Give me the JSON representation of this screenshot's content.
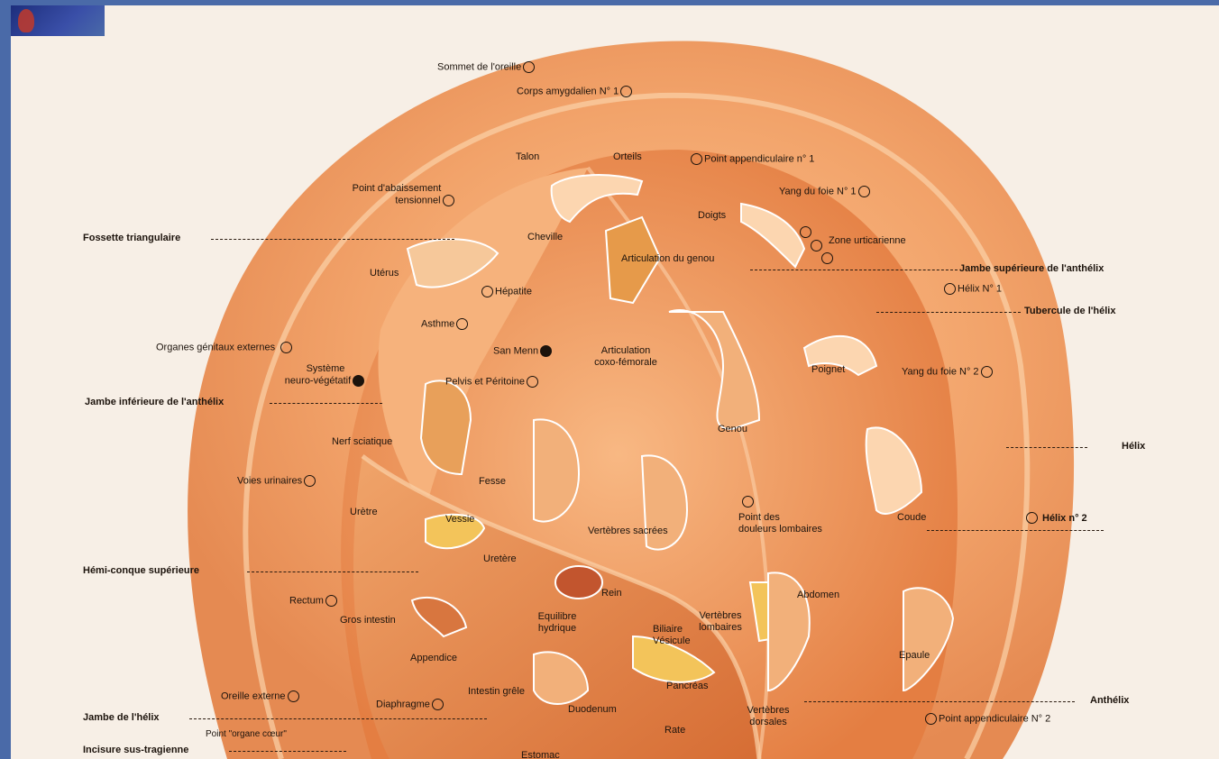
{
  "side_labels": {
    "fossette_triangulaire": "Fossette triangulaire",
    "jambe_inferieure_anthelix": "Jambe inférieure de l'anthélix",
    "hemi_conque_superieure": "Hémi-conque supérieure",
    "jambe_helix": "Jambe de l'hélix",
    "incisure_sus_tragienne": "Incisure sus-tragienne",
    "jambe_superieure_anthelix": "Jambe supérieure de l'anthélix",
    "tubercule_helix": "Tubercule de l'hélix",
    "helix": "Hélix",
    "helix_n2": "Hélix n° 2",
    "anthelix": "Anthélix"
  },
  "points": {
    "sommet_oreille": "Sommet de l'oreille",
    "corps_amygdalien": "Corps amygdalien N° 1",
    "point_appendiculaire_1": "Point appendiculaire n° 1",
    "yang_foie_1": "Yang du foie N° 1",
    "zone_urticarienne": "Zone urticarienne",
    "helix_n1": "Hélix N° 1",
    "point_abaissement_1": "Point d'abaissement",
    "point_abaissement_2": "tensionnel",
    "hepatite": "Hépatite",
    "asthme": "Asthme",
    "organes_genitaux": "Organes génitaux externes",
    "san_menn": "San Menn",
    "systeme_1": "Système",
    "systeme_2": "neuro-végétatif",
    "pelvis_peritoine": "Pelvis et Péritoine",
    "yang_foie_2": "Yang du foie N° 2",
    "voies_urinaires": "Voies urinaires",
    "point_douleurs_1": "Point des",
    "point_douleurs_2": "douleurs lombaires",
    "rectum": "Rectum",
    "oreille_externe": "Oreille externe",
    "diaphragme": "Diaphragme",
    "point_organe_coeur": "Point \"organe cœur\"",
    "point_appendiculaire_2": "Point appendiculaire N° 2"
  },
  "regions": {
    "talon": "Talon",
    "orteils": "Orteils",
    "doigts": "Doigts",
    "cheville": "Cheville",
    "uterus": "Utérus",
    "articulation_genou": "Articulation du genou",
    "articulation_coxo_1": "Articulation",
    "articulation_coxo_2": "coxo-fémorale",
    "poignet": "Poignet",
    "genou": "Genou",
    "nerf_sciatique": "Nerf sciatique",
    "fesse": "Fesse",
    "uretre": "Urètre",
    "vessie": "Vessie",
    "vertebres_sacrees": "Vertèbres sacrées",
    "coude": "Coude",
    "uretere": "Uretère",
    "rein": "Rein",
    "abdomen": "Abdomen",
    "gros_intestin": "Gros intestin",
    "equilibre_1": "Equilibre",
    "equilibre_2": "hydrique",
    "biliaire": "Biliaire",
    "vesicule": "Vésicule",
    "vertebres_lombaires_1": "Vertèbres",
    "vertebres_lombaires_2": "lombaires",
    "appendice": "Appendice",
    "epaule": "Epaule",
    "intestin_grele": "Intestin grêle",
    "pancreas": "Pancréas",
    "duodenum": "Duodenum",
    "vertebres_dorsales_1": "Vertèbres",
    "vertebres_dorsales_2": "dorsales",
    "rate": "Rate",
    "estomac": "Estomac"
  },
  "colors": {
    "background": "#f7efe6",
    "frame": "#4a6aa8",
    "ear_outer": "#f2a36a",
    "ear_inner": "#e88a4e",
    "ear_highlight": "#fbd1a8",
    "text": "#1c130c"
  },
  "icons": [
    "acupuncture-point-icon",
    "filled-point-icon"
  ]
}
